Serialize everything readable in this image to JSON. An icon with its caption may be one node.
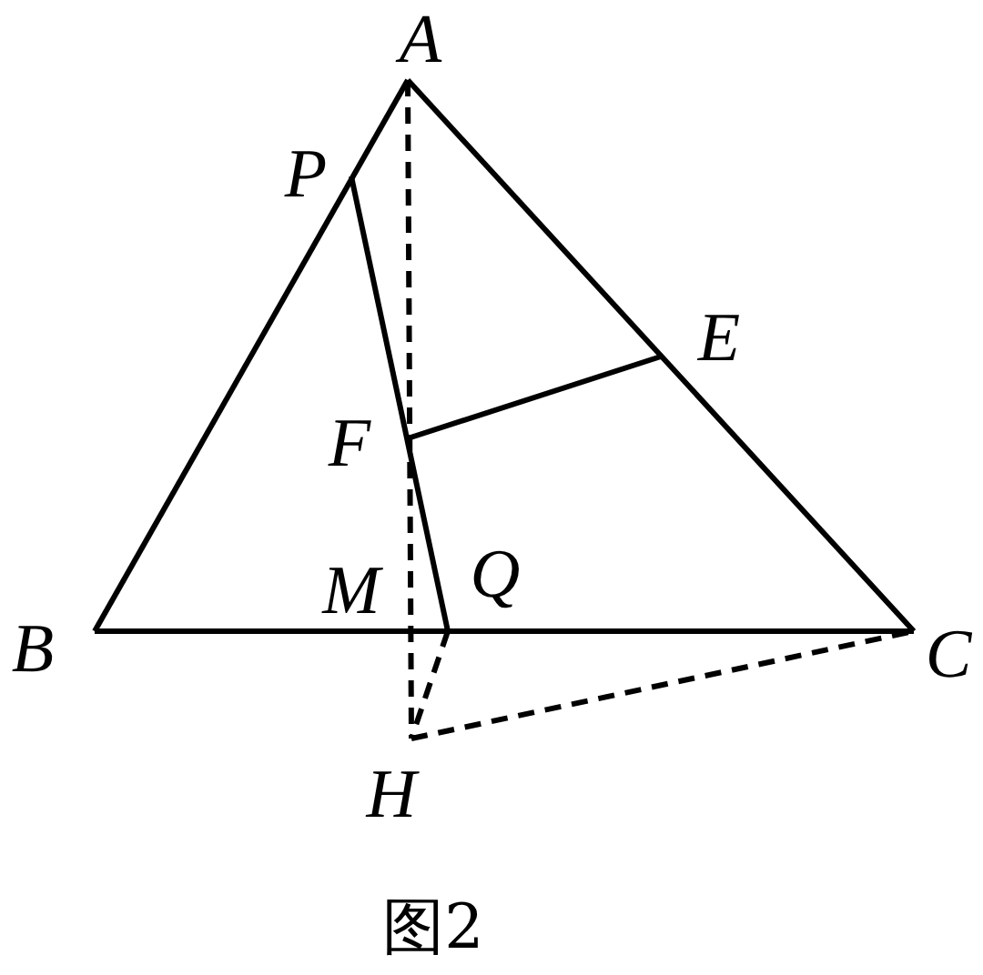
{
  "diagram": {
    "caption": "图2",
    "nodes": [
      {
        "text": [
          "A"
        ]
      },
      {
        "text": [
          "B"
        ]
      },
      {
        "text": [
          "C"
        ]
      },
      {
        "text": [
          "P"
        ]
      },
      {
        "text": [
          "Q"
        ]
      },
      {
        "text": [
          "E"
        ]
      },
      {
        "text": [
          "F"
        ]
      },
      {
        "text": [
          "M"
        ]
      },
      {
        "text": [
          "H"
        ]
      }
    ],
    "edges": [
      {
        "from": 0,
        "to": 1,
        "arrow": "none"
      },
      {
        "from": 1,
        "to": 2,
        "arrow": "none"
      },
      {
        "from": 0,
        "to": 2,
        "arrow": "none"
      },
      {
        "from": 3,
        "to": 4,
        "arrow": "none"
      },
      {
        "from": 6,
        "to": 5,
        "arrow": "none"
      },
      {
        "from": 0,
        "to": 8,
        "arrow": "none",
        "style": "dashed"
      },
      {
        "from": 4,
        "to": 8,
        "arrow": "none",
        "style": "dashed"
      },
      {
        "from": 8,
        "to": 2,
        "arrow": "none",
        "style": "dashed"
      }
    ]
  }
}
